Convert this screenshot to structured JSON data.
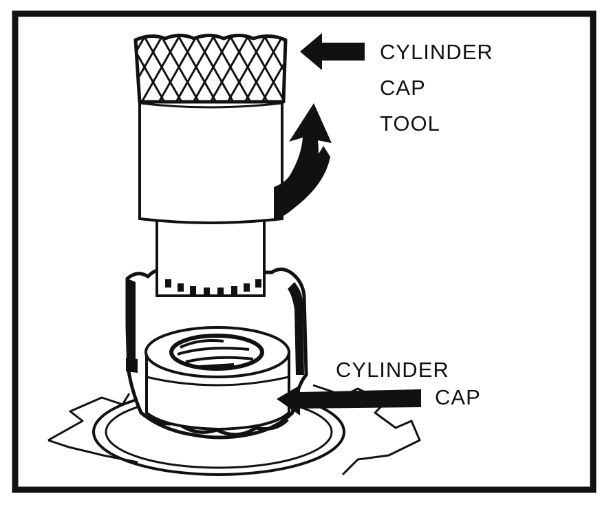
{
  "labels": {
    "tool": [
      "CYLINDER",
      "CAP",
      "TOOL"
    ],
    "cap": [
      "CYLINDER",
      "CAP"
    ]
  },
  "colors": {
    "ink": "#111111",
    "paper": "#ffffff"
  }
}
